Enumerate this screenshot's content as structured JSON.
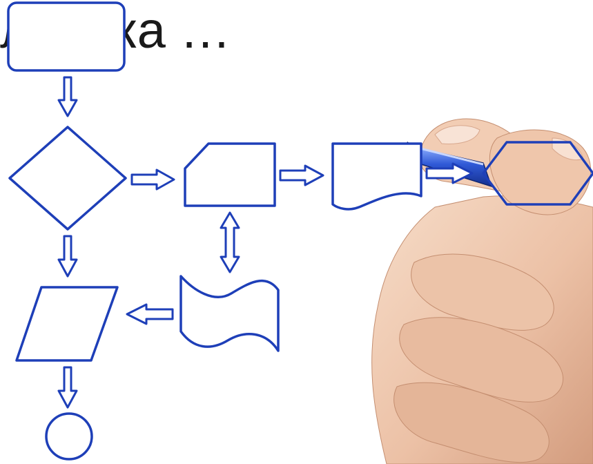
{
  "heading": {
    "text": "ловека …"
  },
  "colors": {
    "stroke": "#1e3fb8",
    "fill": "#ffffff",
    "skin_light": "#f3d3bd",
    "skin_mid": "#e3b096",
    "skin_dark": "#c98f72",
    "nail": "#f6dfd1",
    "marker_body": "#2f59d6",
    "marker_highlight": "#7fa0ff",
    "marker_tip": "#0d1f66",
    "title": "#1a1a1a"
  },
  "shapes": [
    {
      "id": "terminator-start",
      "kind": "rounded-rectangle"
    },
    {
      "id": "decision",
      "kind": "diamond"
    },
    {
      "id": "manual-input",
      "kind": "clipped-rectangle"
    },
    {
      "id": "document",
      "kind": "document"
    },
    {
      "id": "preparation",
      "kind": "hexagon"
    },
    {
      "id": "data-io",
      "kind": "parallelogram"
    },
    {
      "id": "punched-tape",
      "kind": "wave-shape"
    },
    {
      "id": "connector-end",
      "kind": "circle"
    }
  ],
  "connectors": [
    {
      "from": "terminator-start",
      "to": "decision",
      "direction": "down"
    },
    {
      "from": "decision",
      "to": "manual-input",
      "direction": "right"
    },
    {
      "from": "manual-input",
      "to": "document",
      "direction": "right"
    },
    {
      "from": "document",
      "to": "preparation",
      "direction": "right"
    },
    {
      "from": "decision",
      "to": "data-io",
      "direction": "down"
    },
    {
      "from": "manual-input",
      "to": "punched-tape",
      "direction": "both-vertical"
    },
    {
      "from": "punched-tape",
      "to": "data-io",
      "direction": "left"
    },
    {
      "from": "data-io",
      "to": "connector-end",
      "direction": "down"
    }
  ],
  "hand": {
    "icon": "hand-holding-marker-icon"
  }
}
